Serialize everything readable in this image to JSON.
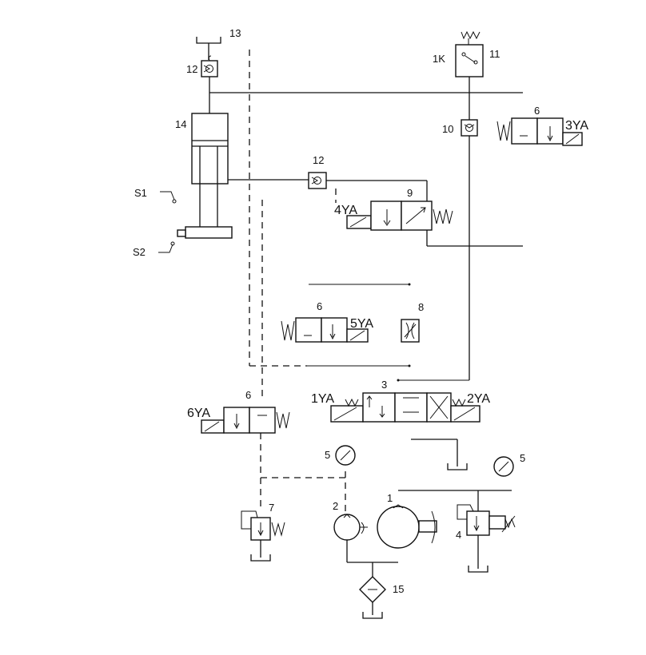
{
  "labels": {
    "c1": "1",
    "c2": "2",
    "c3": "3",
    "c4": "4",
    "c5a": "5",
    "c5b": "5",
    "c6a": "6",
    "c6b": "6",
    "c6c": "6",
    "c7": "7",
    "c8": "8",
    "c9": "9",
    "c10": "10",
    "c11": "11",
    "c1k": "1K",
    "c12a": "12",
    "c12b": "12",
    "c13": "13",
    "c14": "14",
    "c15": "15",
    "s1": "S1",
    "s2": "S2",
    "ya1": "1YA",
    "ya2": "2YA",
    "ya3": "3YA",
    "ya4": "4YA",
    "ya5": "5YA",
    "ya6": "6YA"
  },
  "colors": {
    "line": "#111111",
    "background": "#ffffff"
  }
}
